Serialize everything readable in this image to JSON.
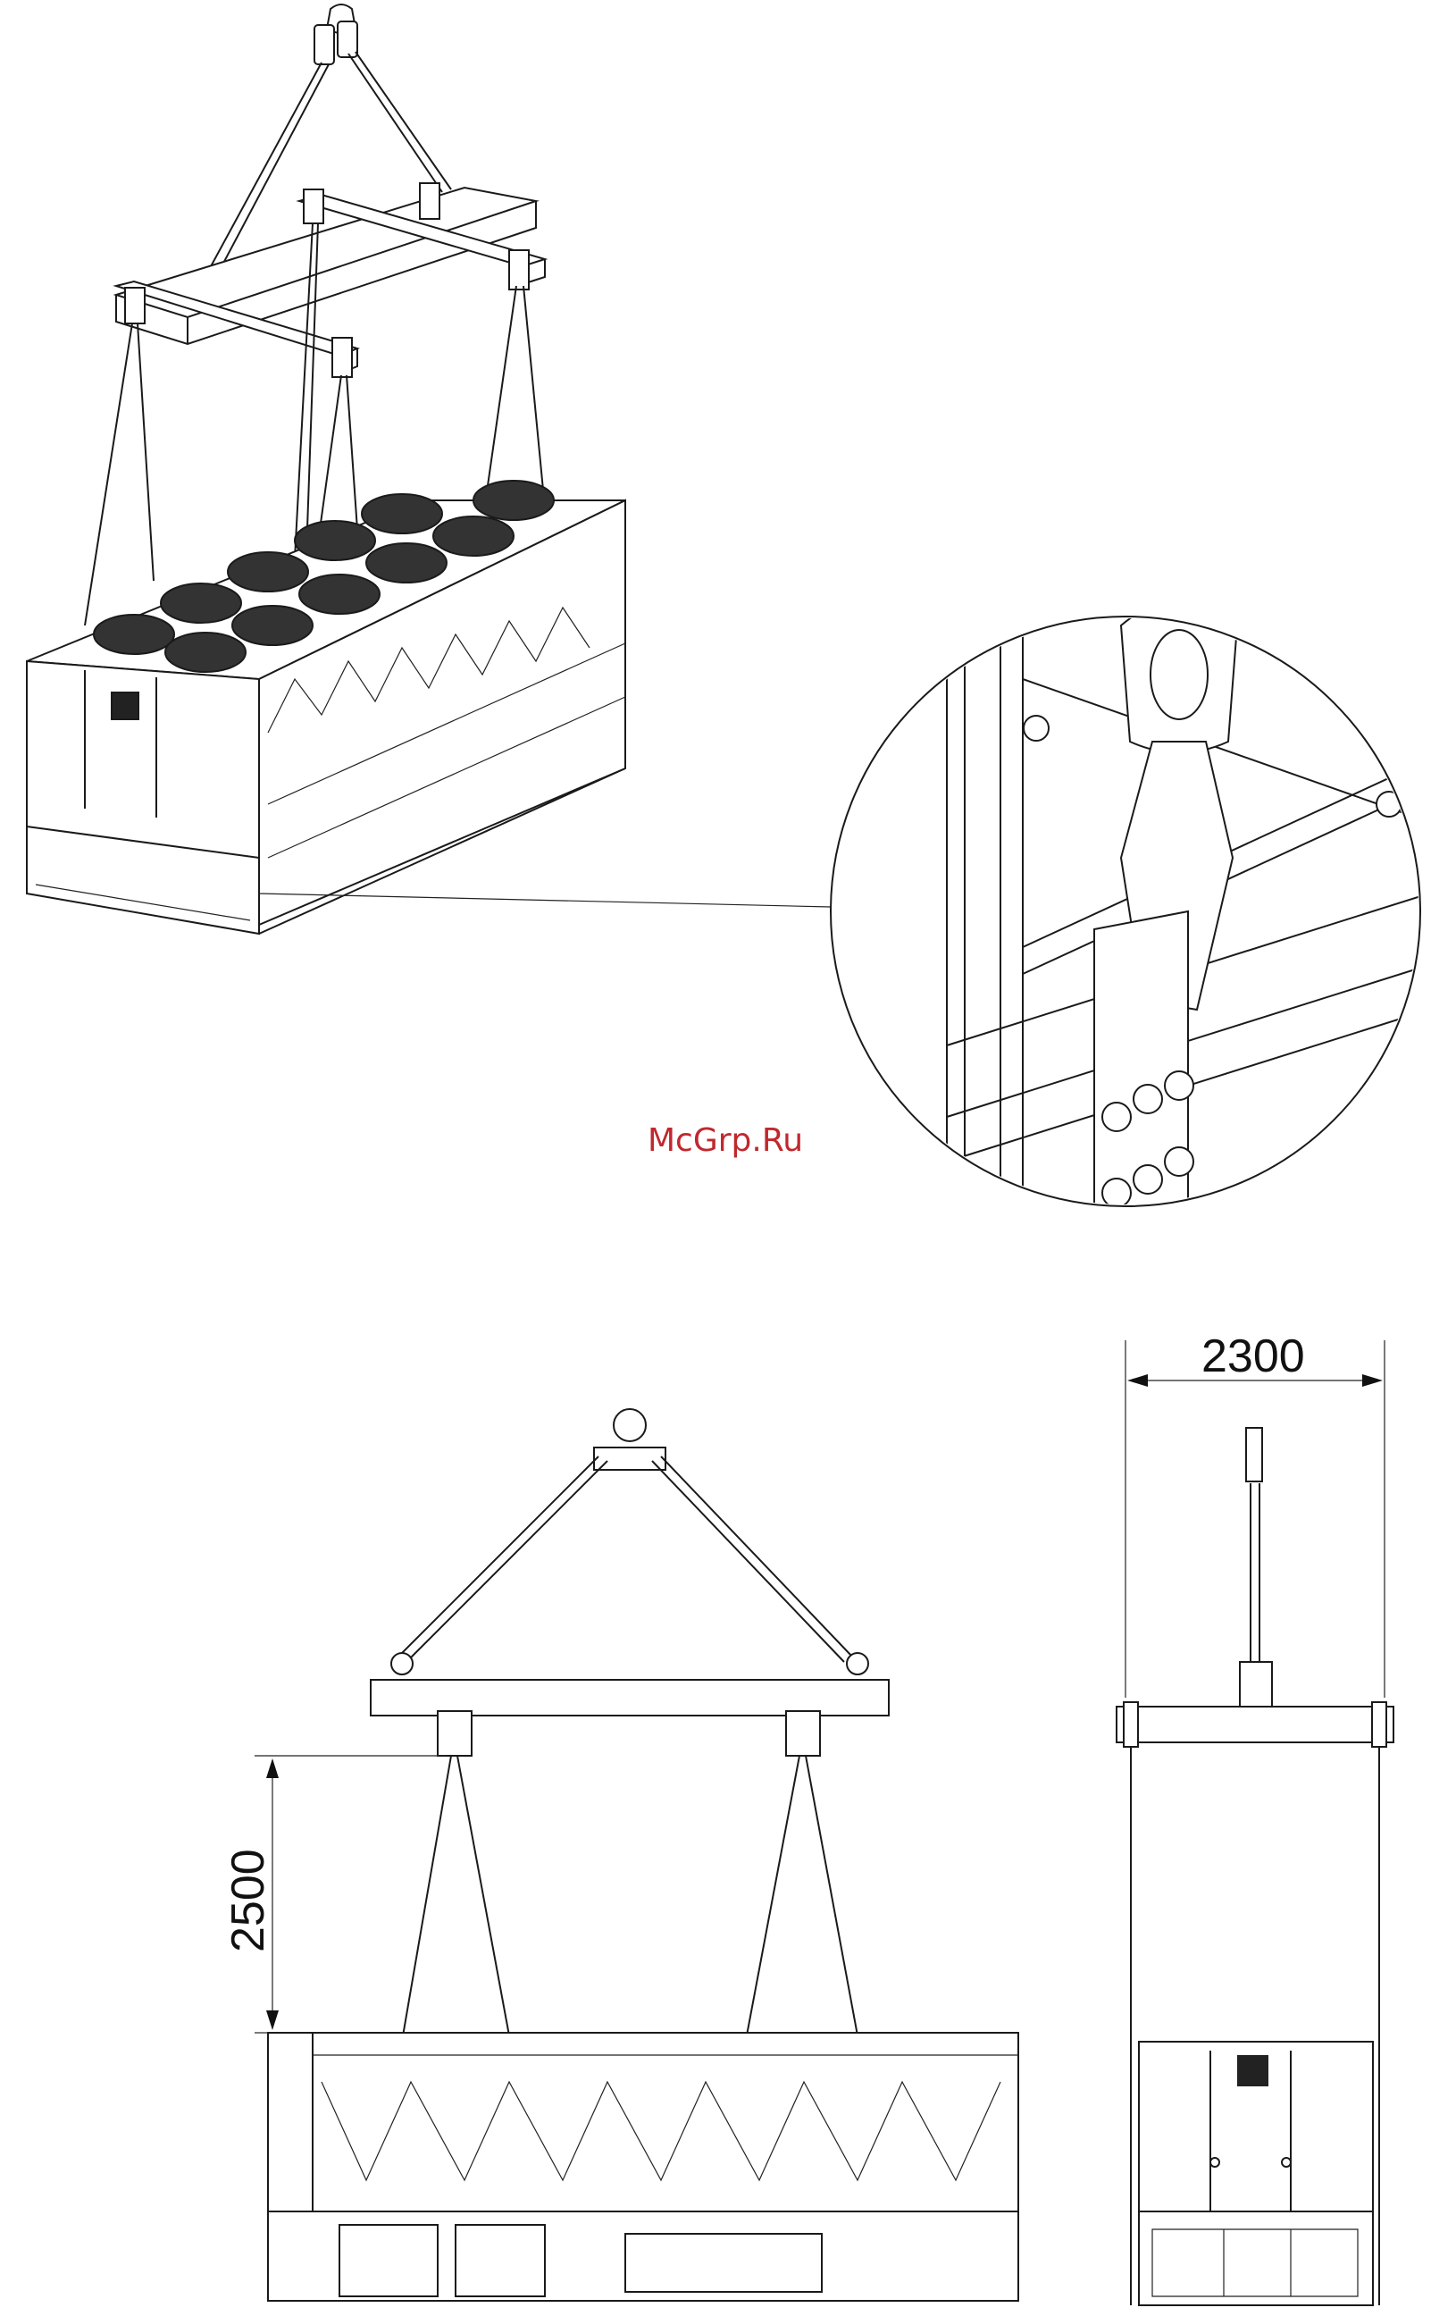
{
  "watermark": {
    "text": "McGrp.Ru",
    "color": "#c0282d"
  },
  "dimensions": {
    "width_label": "2300",
    "height_label": "2500"
  },
  "views": {
    "isometric": {
      "icon": "lifting-unit-isometric"
    },
    "detail": {
      "icon": "hook-detail-zoom"
    },
    "front": {
      "icon": "lifting-unit-front-view"
    },
    "side": {
      "icon": "lifting-unit-side-view"
    }
  },
  "colors": {
    "line": "#1a1a1a",
    "background": "#ffffff"
  }
}
